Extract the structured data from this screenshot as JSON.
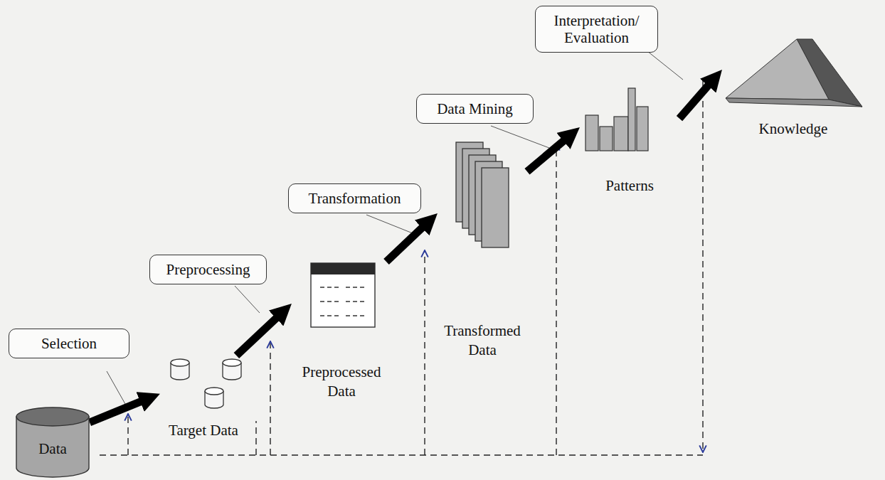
{
  "diagram": {
    "nodes": [
      {
        "text": [
          "Data"
        ]
      },
      {
        "text": [
          "Selection"
        ]
      },
      {
        "text": [
          "Target Data"
        ]
      },
      {
        "text": [
          "Preprocessing"
        ]
      },
      {
        "text": [
          "Preprocessed Data"
        ]
      },
      {
        "text": [
          "Transformation"
        ]
      },
      {
        "text": [
          "Transformed Data"
        ]
      },
      {
        "text": [
          "Data Mining"
        ]
      },
      {
        "text": [
          "Patterns"
        ]
      },
      {
        "text": [
          "Interpretation/ Evaluation"
        ]
      },
      {
        "text": [
          "Knowledge"
        ]
      }
    ],
    "edges": [
      {
        "from": 0,
        "to": 2,
        "arrow": "to"
      },
      {
        "from": 2,
        "to": 4,
        "arrow": "to"
      },
      {
        "from": 4,
        "to": 6,
        "arrow": "to"
      },
      {
        "from": 6,
        "to": 8,
        "arrow": "to"
      },
      {
        "from": 8,
        "to": 10,
        "arrow": "to"
      }
    ]
  }
}
